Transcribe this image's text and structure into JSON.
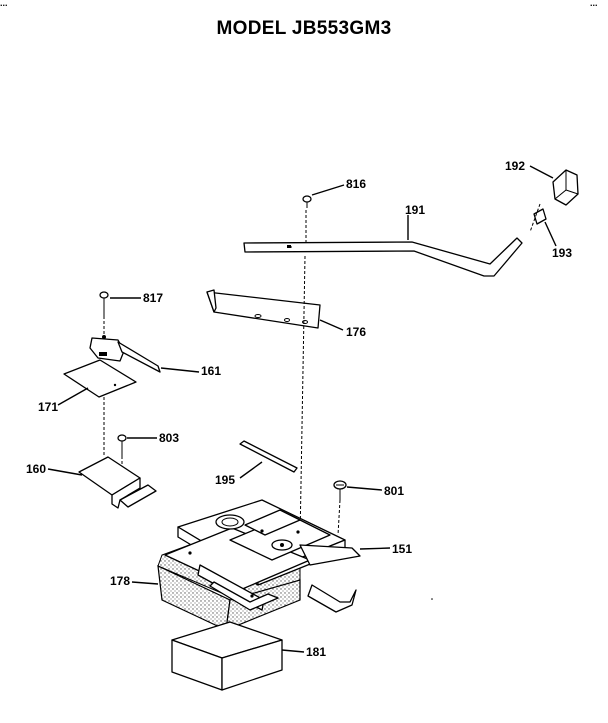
{
  "title": "MODEL JB553GM3",
  "top_left_fragment": "...",
  "top_right_fragment": "...",
  "callouts": {
    "c816": "816",
    "c191": "191",
    "c192": "192",
    "c193": "193",
    "c176": "176",
    "c817": "817",
    "c161a": "161",
    "c171": "171",
    "c803": "803",
    "c160": "160",
    "c195": "195",
    "c801": "801",
    "c151": "151",
    "c178": "178",
    "c181": "181"
  },
  "colors": {
    "ink": "#000000",
    "paper": "#ffffff",
    "stipple": "#7a7a7a"
  }
}
